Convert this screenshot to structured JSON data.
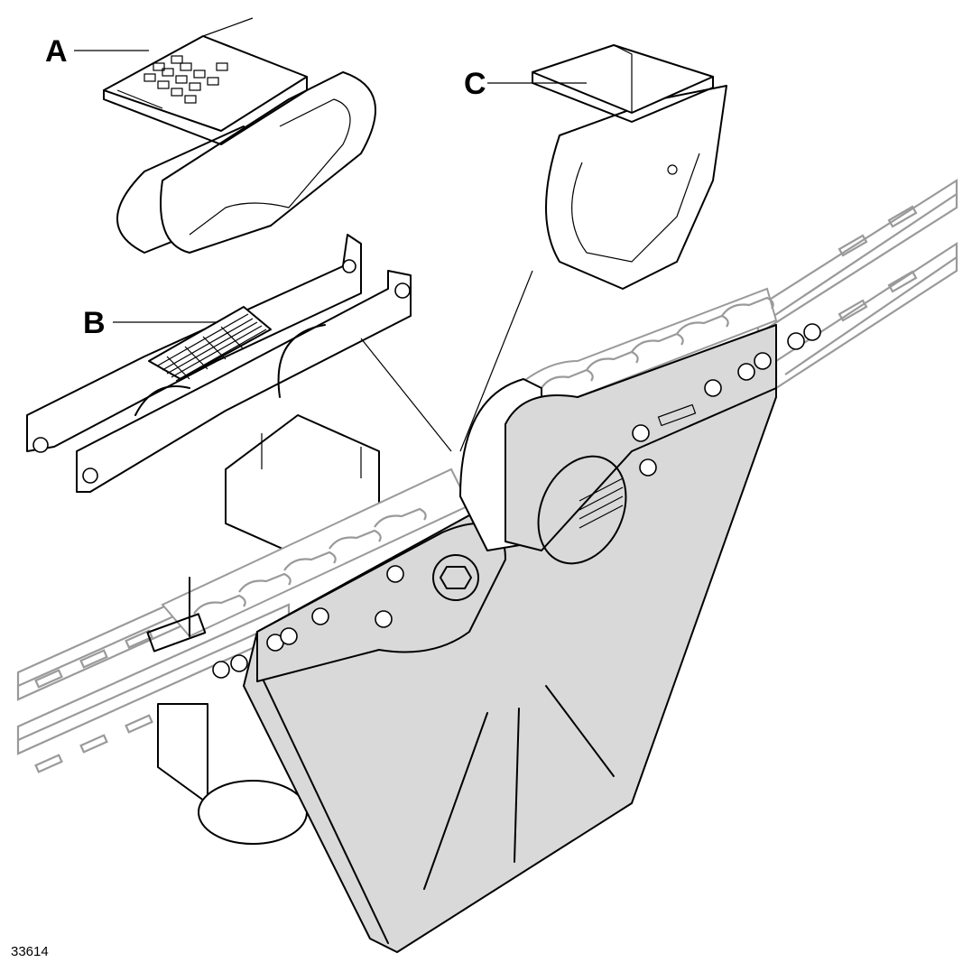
{
  "figure": {
    "number": "33614",
    "type": "exploded assembly drawing"
  },
  "callouts": [
    {
      "label": "A"
    },
    {
      "label": "B"
    },
    {
      "label": "C"
    }
  ],
  "colors": {
    "line": "#000000",
    "plate_fill": "#d9d9d9",
    "chain_grey": "#9a9a9a",
    "background": "#ffffff"
  }
}
